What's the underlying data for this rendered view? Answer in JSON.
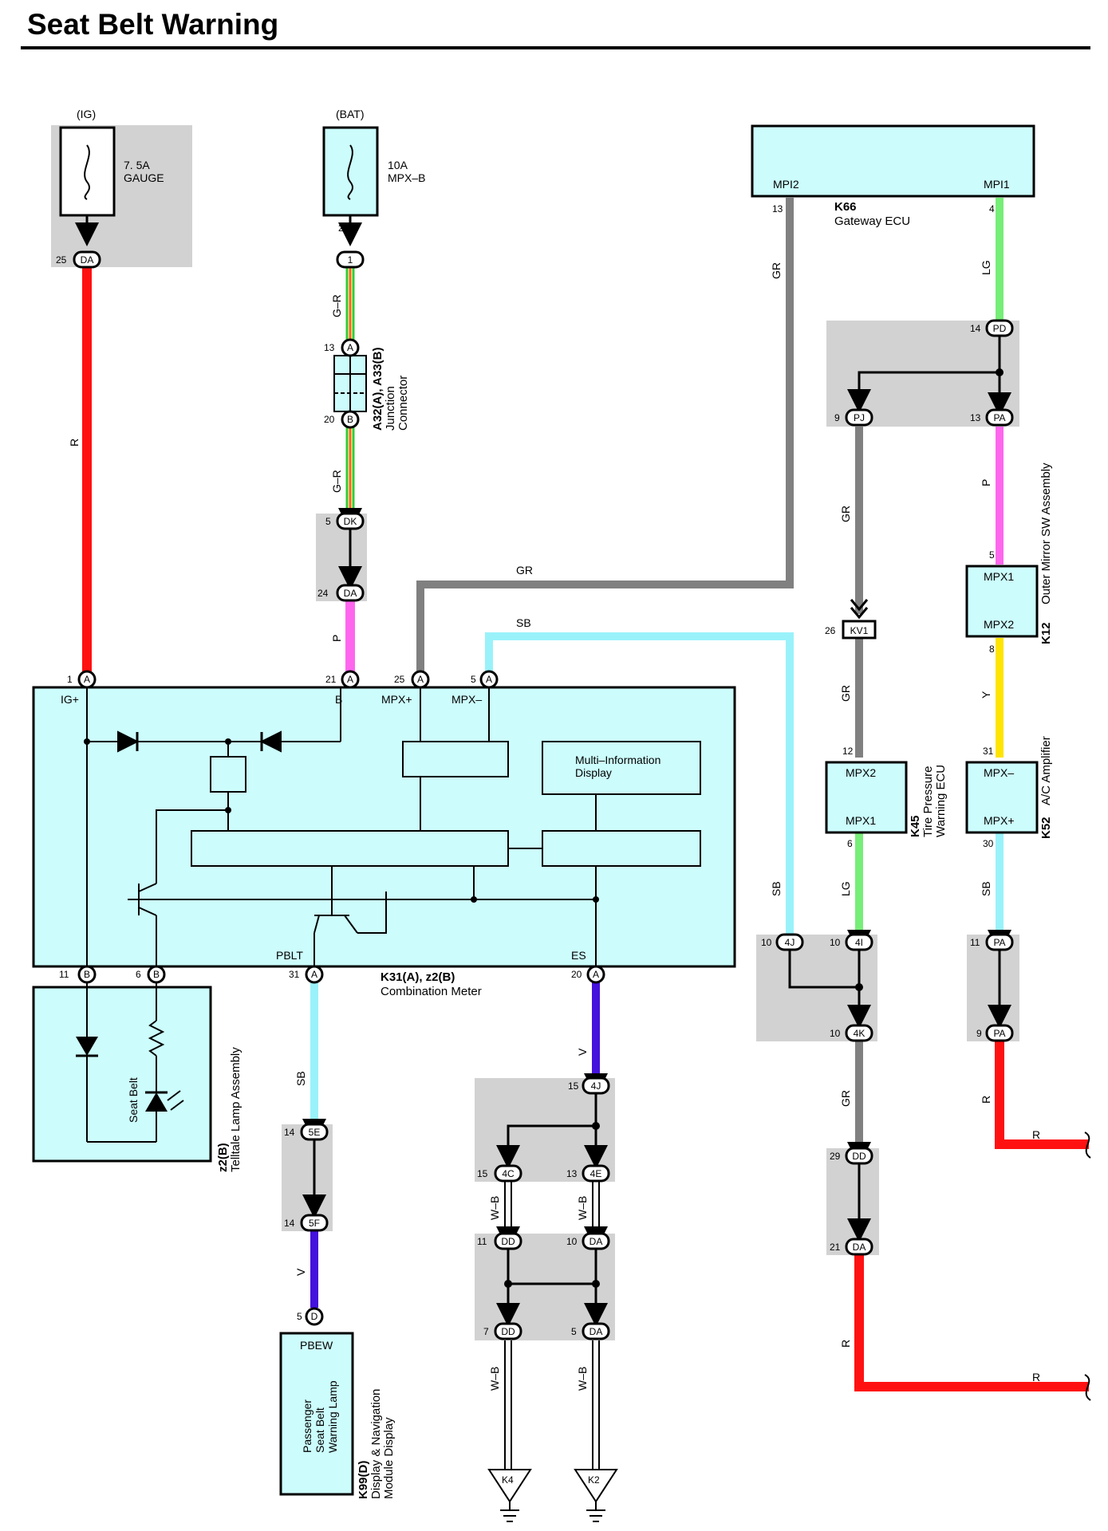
{
  "title": "Seat Belt Warning",
  "colors": {
    "R": "#ff1111",
    "P": "#ff66ee",
    "GR": "#808080",
    "LG": "#77ee77",
    "SB": "#99f2fa",
    "Y": "#ffe400",
    "V": "#4411dd",
    "G-R": "#33cc33",
    "component_fill": "#ccfcfc",
    "shade": "#d2d2d2"
  },
  "fuses": {
    "ig": {
      "supply": "(IG)",
      "rating": "7. 5A",
      "name": "GAUGE"
    },
    "bat": {
      "supply": "(BAT)",
      "rating": "10A",
      "name": "MPX–B"
    }
  },
  "components": {
    "k66": {
      "id": "K66",
      "name": "Gateway ECU",
      "pin_left": "MPI2",
      "pin_right": "MPI1"
    },
    "a32": {
      "id": "A32(A), A33(B)",
      "name1": "Junction",
      "name2": "Connector"
    },
    "k31": {
      "id": "K31(A), z2(B)",
      "name": "Combination Meter",
      "ig": "IG+",
      "b": "B",
      "mpxp": "MPX+",
      "mpxm": "MPX–",
      "pblt": "PBLT",
      "es": "ES",
      "mid": "Multi–Information",
      "mid2": "Display"
    },
    "z2": {
      "id": "z2(B)",
      "name": "Telltale Lamp Assembly",
      "lamp": "Seat Belt"
    },
    "k99": {
      "id": "K99(D)",
      "name1": "Display & Navigation",
      "name2": "Module Display",
      "pin": "PBEW",
      "l1": "Passenger",
      "l2": "Seat Belt",
      "l3": "Warning Lamp"
    },
    "k45": {
      "id": "K45",
      "name1": "Tire Pressure",
      "name2": "Warning ECU",
      "top": "MPX2",
      "bot": "MPX1"
    },
    "k12": {
      "id": "K12",
      "name": "Outer Mirror SW Assembly",
      "top": "MPX1",
      "bot": "MPX2"
    },
    "k52": {
      "id": "K52",
      "name": "A/C Amplifier",
      "top": "MPX–",
      "bot": "MPX+"
    }
  },
  "wires": {
    "r": "R",
    "gr": "G–R",
    "p": "P",
    "grey": "GR",
    "lg": "LG",
    "sb": "SB",
    "y": "Y",
    "v": "V",
    "wb": "W–B"
  },
  "connectors": {
    "DA": "DA",
    "DK": "DK",
    "PD": "PD",
    "PJ": "PJ",
    "PA": "PA",
    "KV1": "KV1",
    "4J": "4J",
    "4I": "4I",
    "4K": "4K",
    "DD": "DD",
    "5E": "5E",
    "5F": "5F",
    "4C": "4C",
    "4E": "4E",
    "A": "A",
    "B": "B",
    "D": "D",
    "one": "1"
  },
  "pins": {
    "p1": "1",
    "p2": "2",
    "p4": "4",
    "p5": "5",
    "p6": "6",
    "p7": "7",
    "p8": "8",
    "p9": "9",
    "p10": "10",
    "p11": "11",
    "p12": "12",
    "p13": "13",
    "p14": "14",
    "p15": "15",
    "p20": "20",
    "p21": "21",
    "p24": "24",
    "p25": "25",
    "p26": "26",
    "p29": "29",
    "p30": "30",
    "p31": "31"
  },
  "grounds": {
    "k4": "K4",
    "k2": "K2"
  }
}
